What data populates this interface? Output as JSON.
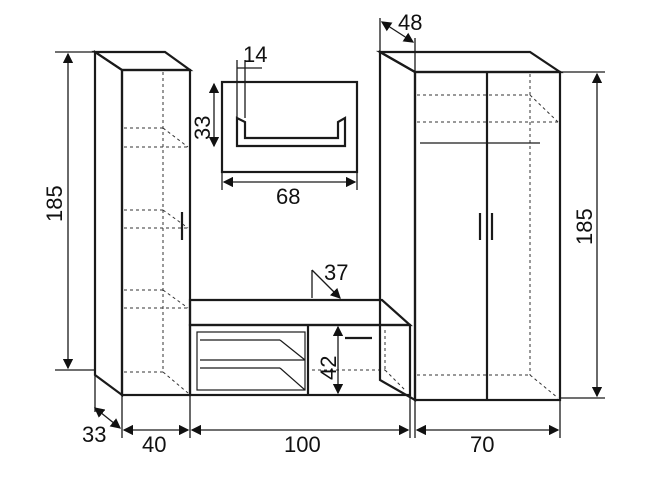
{
  "dimensions": {
    "tall_cabinet_height": "185",
    "tall_cabinet_depth": "33",
    "tall_cabinet_width": "40",
    "wall_shelf_bracket": "14",
    "wall_shelf_height": "33",
    "wall_shelf_width": "68",
    "wardrobe_depth": "48",
    "wardrobe_height": "185",
    "wardrobe_width": "70",
    "tv_unit_depth": "37",
    "tv_unit_height": "42",
    "tv_unit_width": "100"
  }
}
